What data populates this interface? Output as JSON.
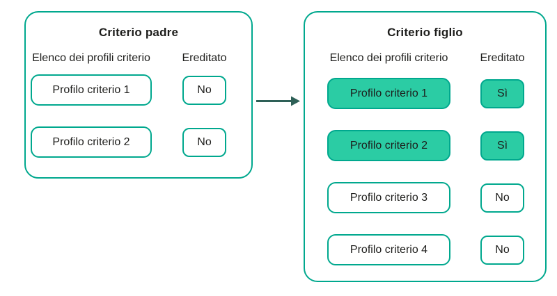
{
  "theme": {
    "accent": "#00A88E",
    "highlight-fill": "#2BCCA4",
    "arrow": "#2E6057",
    "text": "#1D1D1B",
    "background": "#FFFFFF"
  },
  "panels": [
    {
      "title": "Criterio padre",
      "col1_header": "Elenco dei profili criterio",
      "col2_header": "Ereditato",
      "rows": [
        {
          "label": "Profilo criterio 1",
          "inherited": "No",
          "highlighted": false
        },
        {
          "label": "Profilo criterio 2",
          "inherited": "No",
          "highlighted": false
        }
      ]
    },
    {
      "title": "Criterio figlio",
      "col1_header": "Elenco dei profili criterio",
      "col2_header": "Ereditato",
      "rows": [
        {
          "label": "Profilo criterio 1",
          "inherited": "Sì",
          "highlighted": true
        },
        {
          "label": "Profilo criterio 2",
          "inherited": "Sì",
          "highlighted": true
        },
        {
          "label": "Profilo criterio 3",
          "inherited": "No",
          "highlighted": false
        },
        {
          "label": "Profilo criterio 4",
          "inherited": "No",
          "highlighted": false
        }
      ]
    }
  ],
  "arrow": {
    "direction": "right"
  }
}
